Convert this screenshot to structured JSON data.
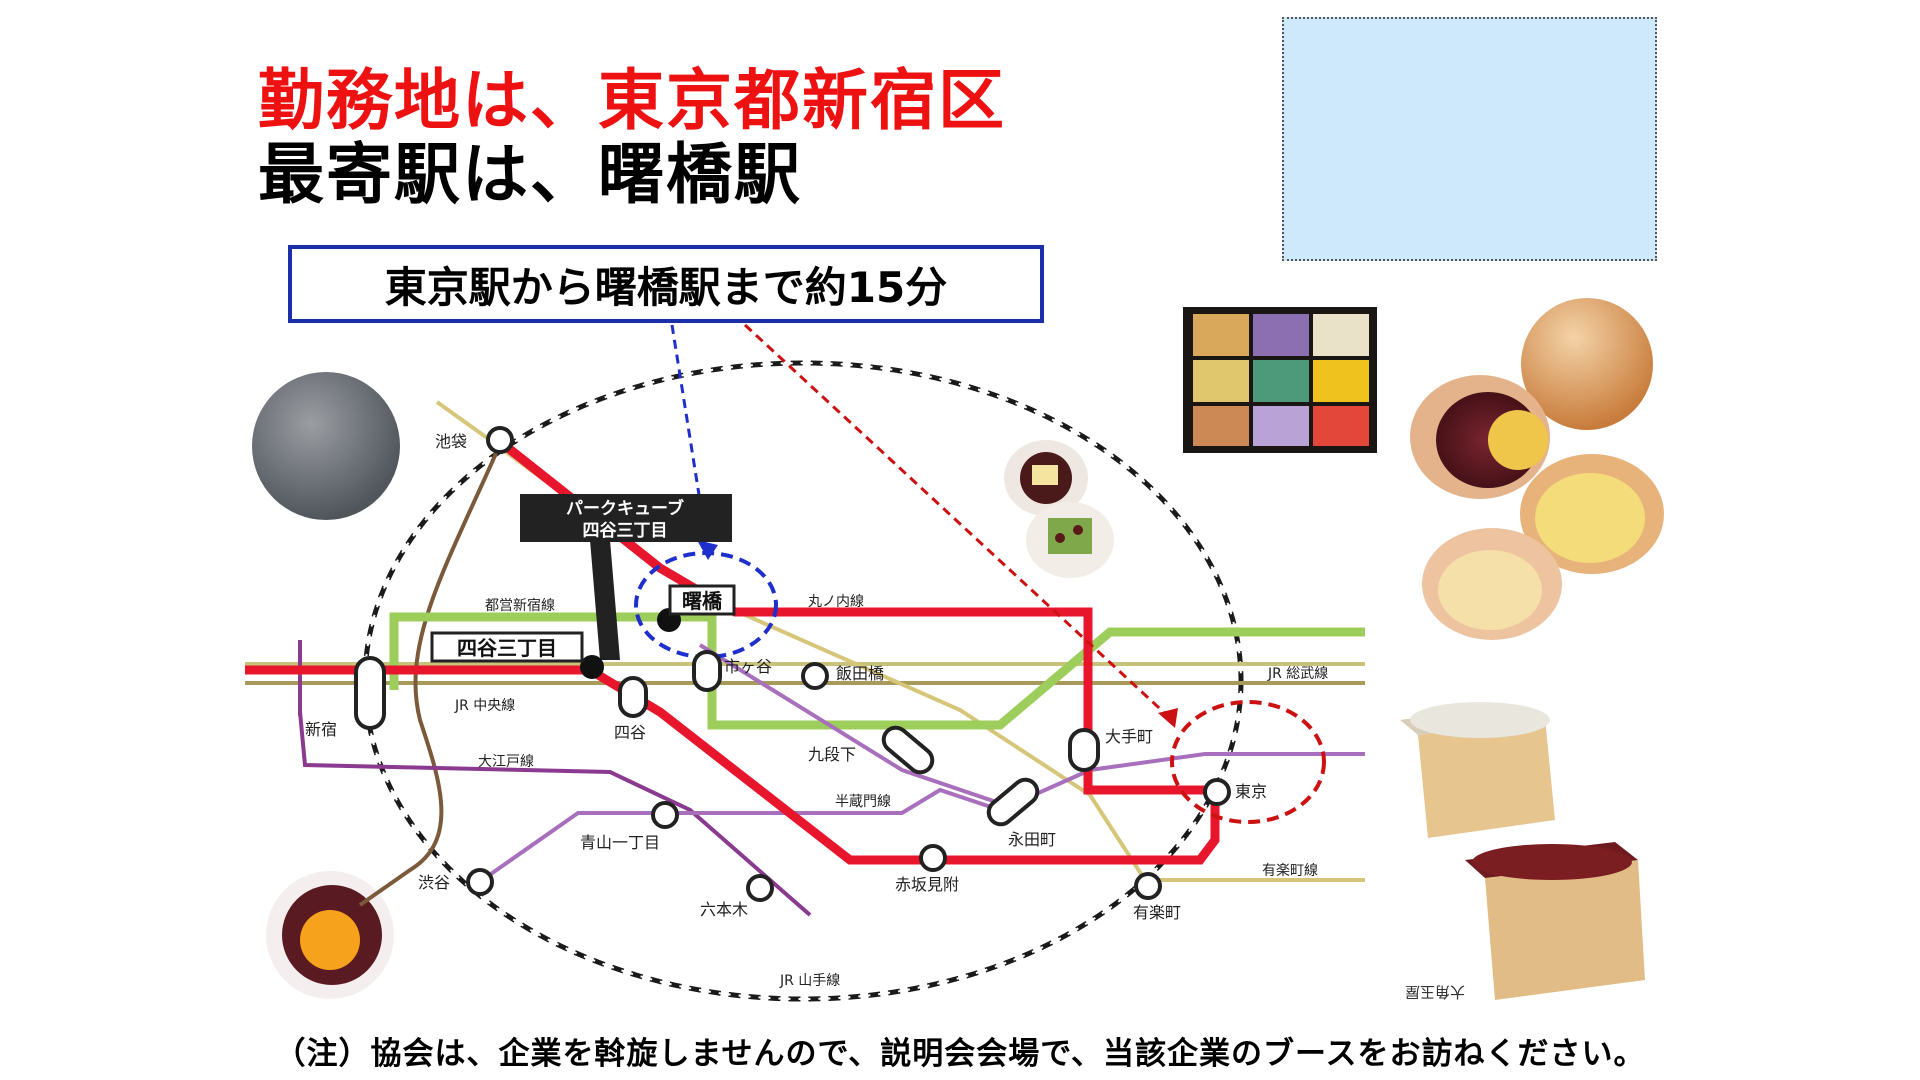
{
  "titles": {
    "line1": "勤務地は、東京都新宿区",
    "line2": "最寄駅は、曙橋駅"
  },
  "travel_box": "東京駅から曙橋駅まで約15分",
  "map": {
    "callout_line1": "パークキューブ",
    "callout_line2": "四谷三丁目",
    "stations": {
      "ikebukuro": "池袋",
      "shinjuku": "新宿",
      "shibuya": "渋谷",
      "akebonobashi": "曙橋",
      "yotsuya3": "四谷三丁目",
      "ichigaya": "市ヶ谷",
      "iidabashi": "飯田橋",
      "yotsuya": "四谷",
      "kudanshita": "九段下",
      "otemachi": "大手町",
      "tokyo": "東京",
      "nagatacho": "永田町",
      "aoyama": "青山一丁目",
      "akasaka": "赤坂見附",
      "roppongi": "六本木",
      "yurakucho": "有楽町"
    },
    "lines": {
      "toei_shinjuku": "都営新宿線",
      "marunouchi": "丸ノ内線",
      "jr_sobu": "JR 総武線",
      "jr_chuo": "JR 中央線",
      "oedo": "大江戸線",
      "hanzomon": "半蔵門線",
      "yurakucho_line": "有楽町線",
      "yamanote": "JR 山手線"
    },
    "colors": {
      "marunouchi": "#e8162c",
      "shinjuku_line": "#9dcd5a",
      "chuo": "#a89a5a",
      "hanzomon": "#a86fbd",
      "oedo": "#8a3a8f",
      "fukutoshin": "#7a5a3a",
      "yurakucho": "#d6c679",
      "sobu": "#c9c27a",
      "highlight_blue": "#1f2fcc",
      "highlight_red": "#cc1111"
    }
  },
  "mirror_caption": "大角玉屋",
  "note": "（注）協会は、企業を斡旋しませんので、説明会会場で、当該企業のブースをお訪ねください。"
}
